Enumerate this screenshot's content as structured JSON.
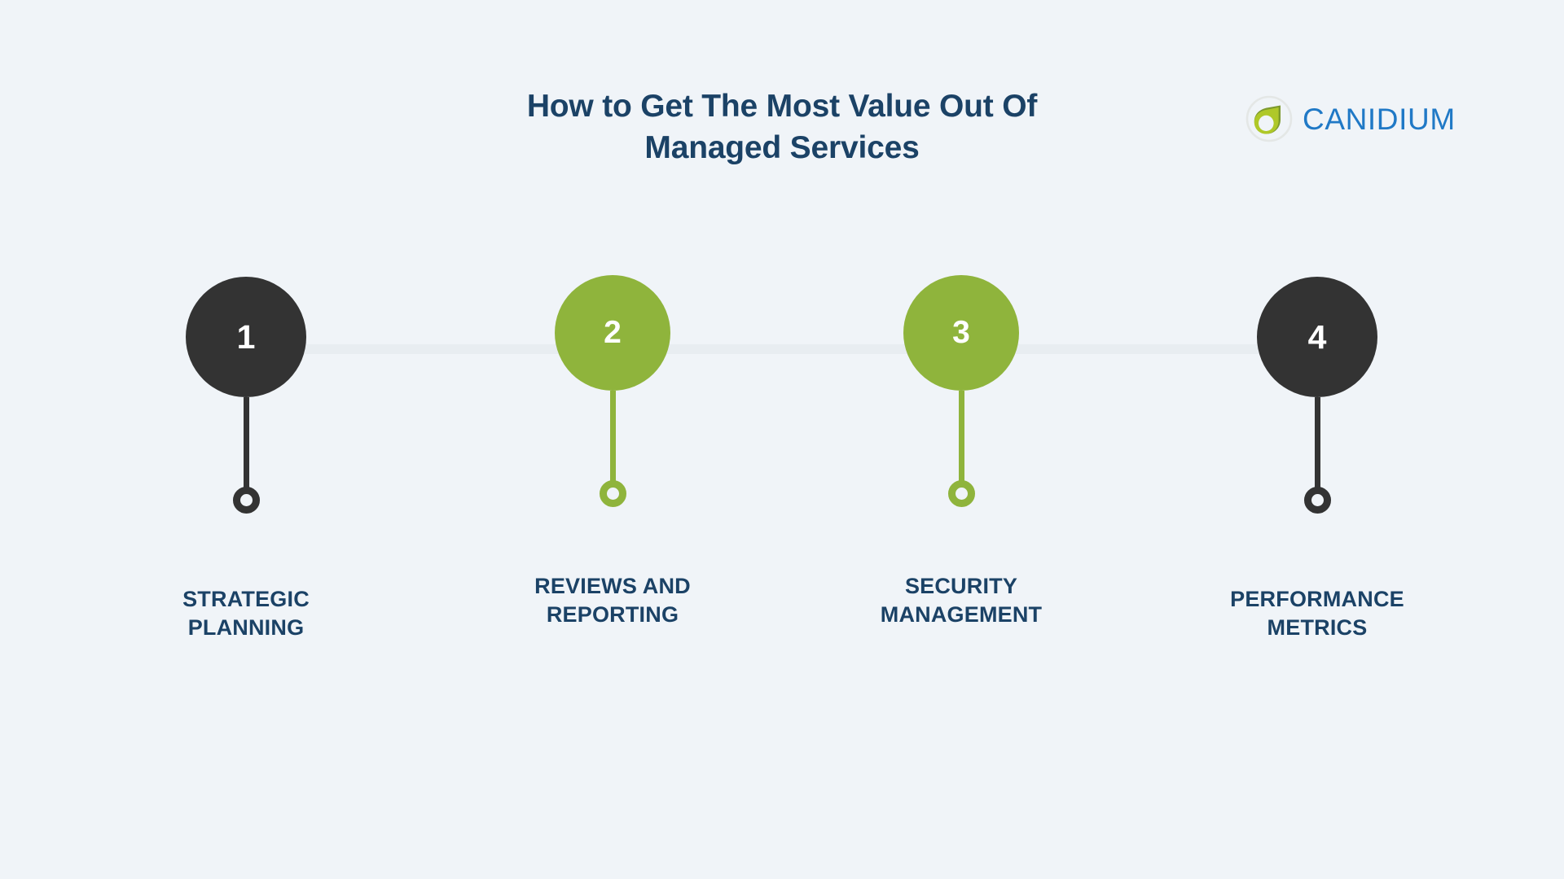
{
  "header": {
    "title": "How to Get The Most Value Out Of Managed Services",
    "brand": {
      "name": "CANIDIUM",
      "mark_icon": "canidium-leaf-logo-icon",
      "text_color": "#2079C6",
      "leaf_light": "#AFC829",
      "leaf_dark": "#7D9A2E",
      "ring_color": "#E4E7E6"
    }
  },
  "theme": {
    "background": "#F0F4F8",
    "track": "#E8EDF1",
    "dark": "#333333",
    "green": "#8FB43C",
    "label_color": "#1B4266",
    "number_color": "#FFFFFF"
  },
  "timeline": {
    "steps": [
      {
        "number": "1",
        "label": "STRATEGIC\nPLANNING",
        "color": "#333333",
        "size": "lg"
      },
      {
        "number": "2",
        "label": "REVIEWS AND\nREPORTING",
        "color": "#8FB43C",
        "size": "sm"
      },
      {
        "number": "3",
        "label": "SECURITY\nMANAGEMENT",
        "color": "#8FB43C",
        "size": "sm"
      },
      {
        "number": "4",
        "label": "PERFORMANCE\nMETRICS",
        "color": "#333333",
        "size": "lg"
      }
    ]
  }
}
